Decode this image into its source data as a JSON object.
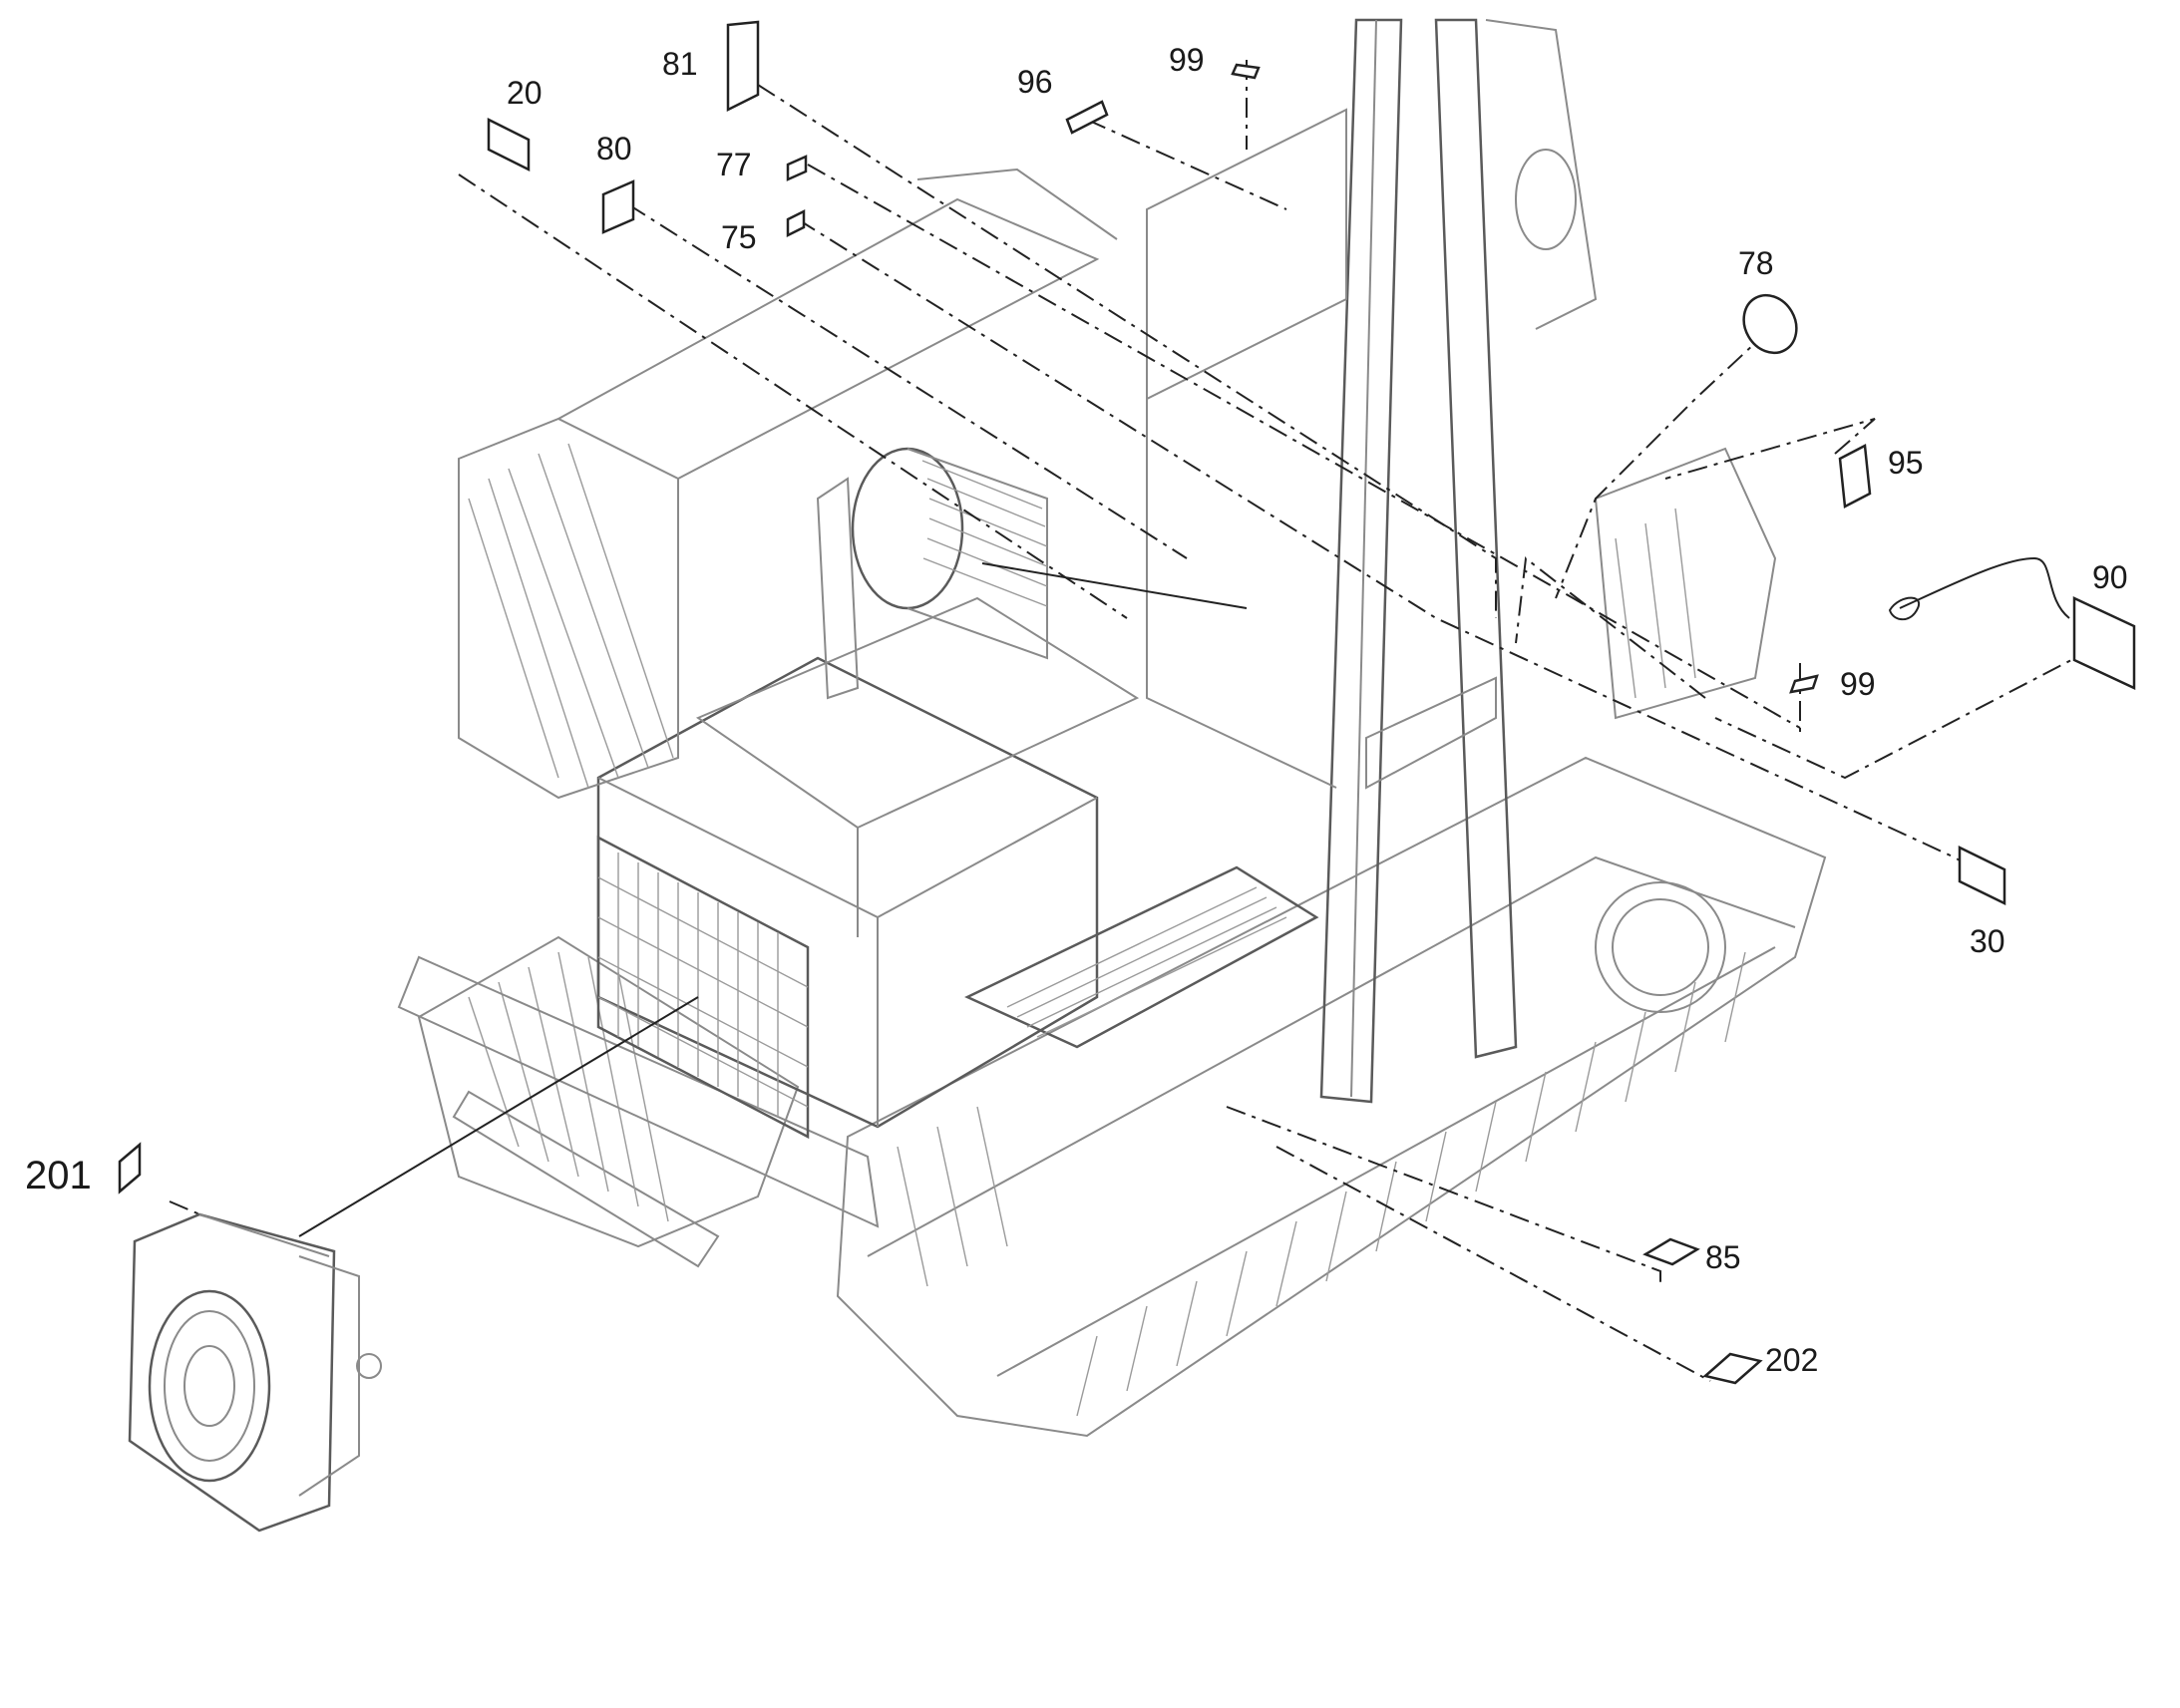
{
  "diagram": {
    "callouts": [
      {
        "id": "c20",
        "label": "20"
      },
      {
        "id": "c81",
        "label": "81"
      },
      {
        "id": "c80",
        "label": "80"
      },
      {
        "id": "c77",
        "label": "77"
      },
      {
        "id": "c75",
        "label": "75"
      },
      {
        "id": "c96",
        "label": "96"
      },
      {
        "id": "c99top",
        "label": "99"
      },
      {
        "id": "c78",
        "label": "78"
      },
      {
        "id": "c95",
        "label": "95"
      },
      {
        "id": "c90",
        "label": "90"
      },
      {
        "id": "c99right",
        "label": "99"
      },
      {
        "id": "c30",
        "label": "30"
      },
      {
        "id": "c201",
        "label": "201"
      },
      {
        "id": "c85",
        "label": "85"
      },
      {
        "id": "c202",
        "label": "202"
      }
    ]
  }
}
